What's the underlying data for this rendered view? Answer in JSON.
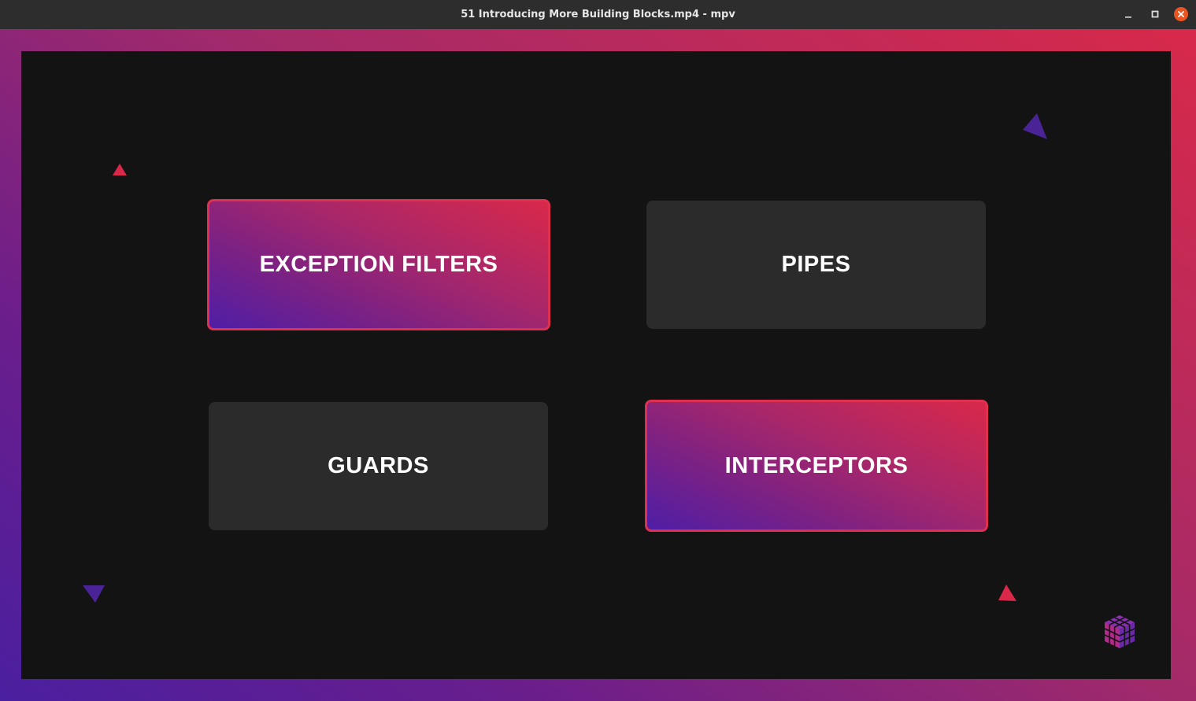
{
  "window": {
    "title": "51 Introducing More Building Blocks.mp4 - mpv",
    "controls": {
      "minimize_icon": "minimize-icon",
      "maximize_icon": "maximize-icon",
      "close_icon": "close-icon",
      "close_color": "#e95420"
    }
  },
  "video": {
    "cards": [
      {
        "label": "EXCEPTION FILTERS",
        "highlighted": true
      },
      {
        "label": "PIPES",
        "highlighted": false
      },
      {
        "label": "GUARDS",
        "highlighted": false
      },
      {
        "label": "INTERCEPTORS",
        "highlighted": true
      }
    ],
    "colors": {
      "accent_red": "#d9284a",
      "accent_purple": "#4f1ea6",
      "background": "#131313",
      "card_plain": "#2b2b2b"
    },
    "decorations": [
      "triangle-icon",
      "triangle-icon",
      "triangle-icon",
      "triangle-icon"
    ],
    "logo": "cube-logo-icon"
  }
}
